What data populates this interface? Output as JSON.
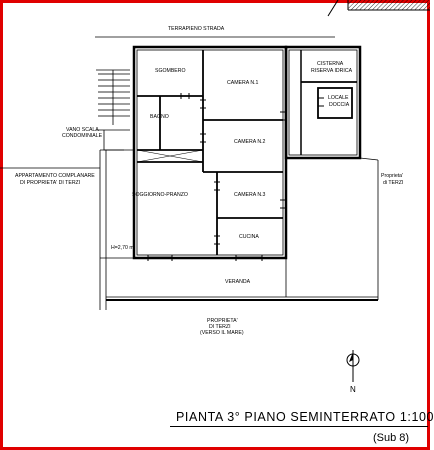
{
  "labels": {
    "terrapieno": "TERRAPIENO STRADA",
    "sgombero": "SGOMBERO",
    "camera1": "CAMERA N.1",
    "camera2": "CAMERA N.2",
    "camera3": "CAMERA N.3",
    "bagno": "BAGNO",
    "cucina": "CUCINA",
    "soggiorno": "SOGGIORNO-PRANZO",
    "veranda": "VERANDA",
    "cisterna1": "CISTERNA",
    "cisterna2": "RISERVA IDRICA",
    "locale1": "LOCALE",
    "locale2": "DOCCIA",
    "vano1": "VANO SCALA",
    "vano2": "CONDOMINIALE",
    "appart1": "APPARTAMENTO COMPLANARE",
    "appart2": "DI PROPRIETA' DI TERZI",
    "prop_right1": "Proprieta'",
    "prop_right2": "di TERZI",
    "prop_bottom1": "PROPRIETA'",
    "prop_bottom2": "DI TERZI",
    "prop_bottom3": "(VERSO IL MARE)",
    "height": "H=2,70 ml",
    "north": "N"
  },
  "title": "PIANTA 3° PIANO SEMINTERRATO   1:100",
  "subtitle": "(Sub 8)",
  "colors": {
    "frame": "#e00000",
    "ink": "#000000"
  }
}
